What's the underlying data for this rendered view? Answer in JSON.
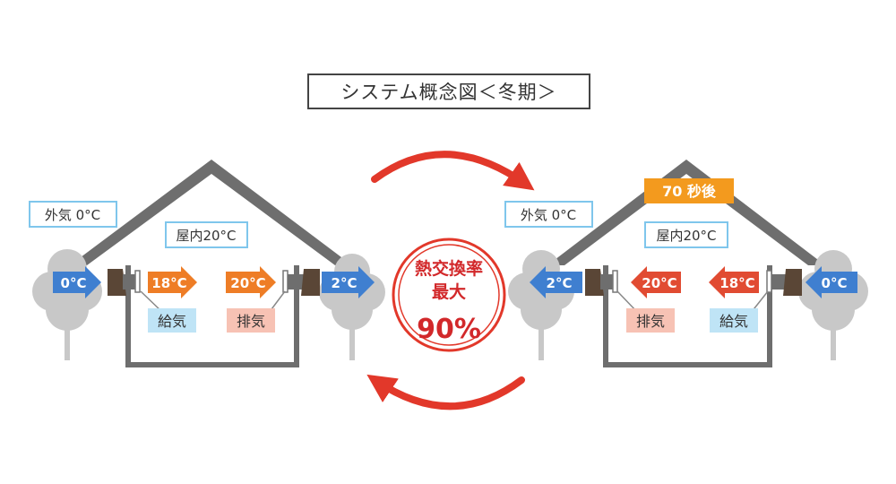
{
  "title": "システム概念図＜冬期＞",
  "colors": {
    "house": "#6e6e6e",
    "outline": "#555555",
    "tree": "#c8c8c8",
    "cold_arrow": "#3f7fd0",
    "warm_orange": "#ee7d26",
    "warm_red": "#e14b32",
    "cycle_arrow": "#e2382a",
    "supply_label_bg": "#bfe4f6",
    "exhaust_label_bg": "#f7c2b4",
    "unit": "#5a4636",
    "badge": "#f39a1e"
  },
  "left_house": {
    "outdoor_label": "外気 0°C",
    "indoor_label": "屋内20°C",
    "arrows": [
      "0°C",
      "18°C",
      "20°C",
      "2°C"
    ],
    "supply_label": "給気",
    "exhaust_label": "排気"
  },
  "right_house": {
    "badge": "70 秒後",
    "outdoor_label": "外気 0°C",
    "indoor_label": "屋内20°C",
    "arrows": [
      "2°C",
      "20°C",
      "18°C",
      "0°C"
    ],
    "exhaust_label": "排気",
    "supply_label": "給気"
  },
  "seal": {
    "line1": "熱交換率",
    "line2": "最大",
    "value": "90%"
  }
}
